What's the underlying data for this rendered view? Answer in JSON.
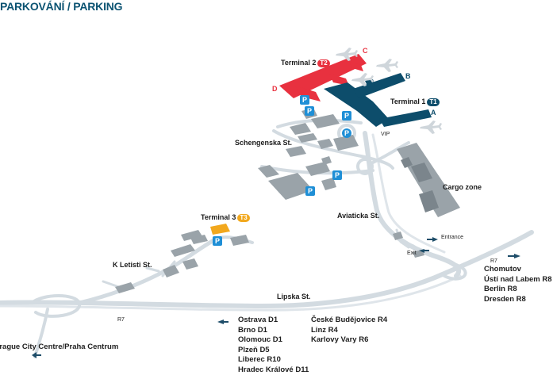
{
  "title": "PARKOVÁNÍ / PARKING",
  "terminals": [
    {
      "name": "Terminal 2",
      "badge": "T2",
      "color": "#e8313f"
    },
    {
      "name": "Terminal 1",
      "badge": "T1",
      "color": "#0d4d6b"
    },
    {
      "name": "Terminal 3",
      "badge": "T3",
      "color": "#f2a81d"
    }
  ],
  "piers": {
    "a": "A",
    "b": "B",
    "c": "C",
    "d": "D"
  },
  "parking_symbol": "P",
  "labels": {
    "vip": "VIP",
    "schengenska": "Schengenska St.",
    "cargo": "Cargo zone",
    "aviaticka": "Aviaticka St.",
    "entrance": "Entrance",
    "exit": "Exit",
    "k_letisti": "K Letisti St.",
    "lipska": "Lipska St.",
    "r7_left": "R7",
    "r7_right": "R7"
  },
  "destinations": {
    "right": [
      "Chomutov",
      "Ústí nad Labem R8",
      "Berlin R8",
      "Dresden R8"
    ],
    "bottom_a": [
      "Ostrava D1",
      "Brno D1",
      "Olomouc D1",
      "Plzeň D5",
      "Liberec R10",
      "Hradec Králové D11"
    ],
    "bottom_b": [
      "České Budějovice R4",
      "Linz R4",
      "Karlovy Vary R6"
    ],
    "city": "Prague City Centre/Praha Centrum"
  },
  "colors": {
    "title": "#0b5372",
    "road": "#d3dbe1",
    "building": "#9aa3a9",
    "parking": "#1f8fd6",
    "arrow": "#1e4d69"
  }
}
